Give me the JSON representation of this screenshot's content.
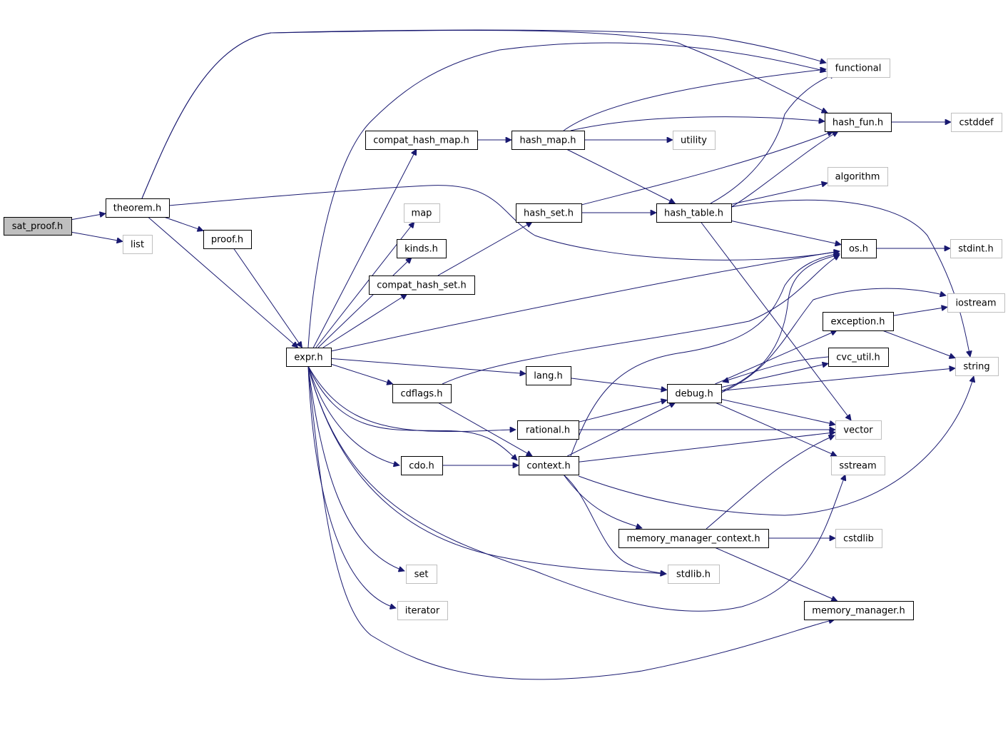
{
  "diagram": {
    "type": "include-dependency-graph",
    "root": "sat_proof",
    "colors": {
      "edge": "#191970",
      "root_fill": "#bfbfbf",
      "project_border": "#000000",
      "external_border": "#bfbfbf",
      "background": "#ffffff"
    },
    "nodes": [
      {
        "id": "sat_proof",
        "label": "sat_proof.h",
        "kind": "root"
      },
      {
        "id": "theorem",
        "label": "theorem.h",
        "kind": "project"
      },
      {
        "id": "list",
        "label": "list",
        "kind": "external"
      },
      {
        "id": "proof",
        "label": "proof.h",
        "kind": "project"
      },
      {
        "id": "expr",
        "label": "expr.h",
        "kind": "project"
      },
      {
        "id": "compat_hash_map",
        "label": "compat_hash_map.h",
        "kind": "project"
      },
      {
        "id": "hash_map",
        "label": "hash_map.h",
        "kind": "project"
      },
      {
        "id": "utility",
        "label": "utility",
        "kind": "external"
      },
      {
        "id": "functional",
        "label": "functional",
        "kind": "external"
      },
      {
        "id": "hash_fun",
        "label": "hash_fun.h",
        "kind": "project"
      },
      {
        "id": "cstddef",
        "label": "cstddef",
        "kind": "external"
      },
      {
        "id": "algorithm",
        "label": "algorithm",
        "kind": "external"
      },
      {
        "id": "map",
        "label": "map",
        "kind": "external"
      },
      {
        "id": "hash_set",
        "label": "hash_set.h",
        "kind": "project"
      },
      {
        "id": "hash_table",
        "label": "hash_table.h",
        "kind": "project"
      },
      {
        "id": "kinds",
        "label": "kinds.h",
        "kind": "project"
      },
      {
        "id": "os",
        "label": "os.h",
        "kind": "project"
      },
      {
        "id": "stdint",
        "label": "stdint.h",
        "kind": "external"
      },
      {
        "id": "compat_hash_set",
        "label": "compat_hash_set.h",
        "kind": "project"
      },
      {
        "id": "iostream",
        "label": "iostream",
        "kind": "external"
      },
      {
        "id": "exception",
        "label": "exception.h",
        "kind": "project"
      },
      {
        "id": "cvc_util",
        "label": "cvc_util.h",
        "kind": "project"
      },
      {
        "id": "string",
        "label": "string",
        "kind": "external"
      },
      {
        "id": "lang",
        "label": "lang.h",
        "kind": "project"
      },
      {
        "id": "cdflags",
        "label": "cdflags.h",
        "kind": "project"
      },
      {
        "id": "debug",
        "label": "debug.h",
        "kind": "project"
      },
      {
        "id": "rational",
        "label": "rational.h",
        "kind": "project"
      },
      {
        "id": "vector",
        "label": "vector",
        "kind": "external"
      },
      {
        "id": "cdo",
        "label": "cdo.h",
        "kind": "project"
      },
      {
        "id": "context",
        "label": "context.h",
        "kind": "project"
      },
      {
        "id": "sstream",
        "label": "sstream",
        "kind": "external"
      },
      {
        "id": "memory_manager_context",
        "label": "memory_manager_context.h",
        "kind": "project"
      },
      {
        "id": "cstdlib",
        "label": "cstdlib",
        "kind": "external"
      },
      {
        "id": "set",
        "label": "set",
        "kind": "external"
      },
      {
        "id": "stdlib",
        "label": "stdlib.h",
        "kind": "external"
      },
      {
        "id": "iterator",
        "label": "iterator",
        "kind": "external"
      },
      {
        "id": "memory_manager",
        "label": "memory_manager.h",
        "kind": "project"
      }
    ],
    "edges": [
      [
        "sat_proof",
        "theorem"
      ],
      [
        "sat_proof",
        "list"
      ],
      [
        "theorem",
        "proof"
      ],
      [
        "theorem",
        "expr"
      ],
      [
        "theorem",
        "functional"
      ],
      [
        "theorem",
        "os"
      ],
      [
        "theorem",
        "hash_fun"
      ],
      [
        "proof",
        "expr"
      ],
      [
        "expr",
        "compat_hash_map"
      ],
      [
        "expr",
        "functional"
      ],
      [
        "expr",
        "map"
      ],
      [
        "expr",
        "kinds"
      ],
      [
        "expr",
        "compat_hash_set"
      ],
      [
        "expr",
        "os"
      ],
      [
        "expr",
        "lang"
      ],
      [
        "expr",
        "cdflags"
      ],
      [
        "expr",
        "rational"
      ],
      [
        "expr",
        "cdo"
      ],
      [
        "expr",
        "context"
      ],
      [
        "expr",
        "set"
      ],
      [
        "expr",
        "stdlib"
      ],
      [
        "expr",
        "iterator"
      ],
      [
        "expr",
        "memory_manager"
      ],
      [
        "expr",
        "sstream"
      ],
      [
        "compat_hash_map",
        "hash_map"
      ],
      [
        "hash_map",
        "utility"
      ],
      [
        "hash_map",
        "functional"
      ],
      [
        "hash_map",
        "hash_fun"
      ],
      [
        "hash_map",
        "hash_table"
      ],
      [
        "hash_fun",
        "cstddef"
      ],
      [
        "compat_hash_set",
        "hash_set"
      ],
      [
        "hash_set",
        "hash_table"
      ],
      [
        "hash_set",
        "hash_fun"
      ],
      [
        "hash_table",
        "functional"
      ],
      [
        "hash_table",
        "hash_fun"
      ],
      [
        "hash_table",
        "algorithm"
      ],
      [
        "hash_table",
        "os"
      ],
      [
        "hash_table",
        "string"
      ],
      [
        "hash_table",
        "vector"
      ],
      [
        "os",
        "stdint"
      ],
      [
        "cdflags",
        "os"
      ],
      [
        "cdflags",
        "context"
      ],
      [
        "lang",
        "debug"
      ],
      [
        "debug",
        "os"
      ],
      [
        "debug",
        "iostream"
      ],
      [
        "debug",
        "exception"
      ],
      [
        "debug",
        "cvc_util"
      ],
      [
        "debug",
        "string"
      ],
      [
        "debug",
        "vector"
      ],
      [
        "debug",
        "sstream"
      ],
      [
        "exception",
        "iostream"
      ],
      [
        "exception",
        "string"
      ],
      [
        "cvc_util",
        "debug"
      ],
      [
        "rational",
        "debug"
      ],
      [
        "rational",
        "vector"
      ],
      [
        "cdo",
        "context"
      ],
      [
        "context",
        "debug"
      ],
      [
        "context",
        "os"
      ],
      [
        "context",
        "vector"
      ],
      [
        "context",
        "string"
      ],
      [
        "context",
        "memory_manager_context"
      ],
      [
        "context",
        "stdlib"
      ],
      [
        "memory_manager_context",
        "cstdlib"
      ],
      [
        "memory_manager_context",
        "memory_manager"
      ],
      [
        "memory_manager_context",
        "vector"
      ]
    ]
  }
}
